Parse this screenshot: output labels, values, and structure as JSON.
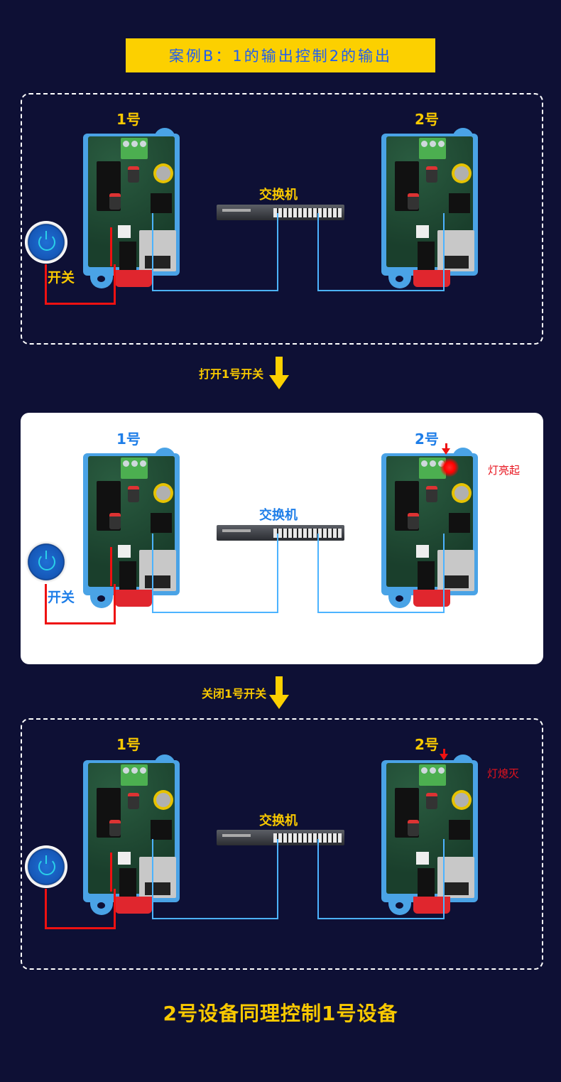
{
  "title": "案例B：1的输出控制2的输出",
  "colors": {
    "background": "#0e1035",
    "accent_yellow": "#fcd000",
    "title_text": "#1f5ef0",
    "label_blue": "#1e7ee8",
    "status_red": "#e8121c",
    "wire_red": "#ee1111",
    "wire_blue": "#4cb3ff"
  },
  "panels": [
    {
      "style": "dashed-dark",
      "device1_label": "1号",
      "device2_label": "2号",
      "switch_label": "交换机",
      "power_switch_label": "开关",
      "led_state": "off"
    },
    {
      "style": "white",
      "device1_label": "1号",
      "device2_label": "2号",
      "switch_label": "交换机",
      "power_switch_label": "开关",
      "status_label": "灯亮起",
      "led_state": "on"
    },
    {
      "style": "dashed-dark",
      "device1_label": "1号",
      "device2_label": "2号",
      "switch_label": "交换机",
      "status_label": "灯熄灭",
      "led_state": "off"
    }
  ],
  "steps": [
    {
      "label": "打开1号开关",
      "icon": "arrow-down-icon"
    },
    {
      "label": "关闭1号开关",
      "icon": "arrow-down-icon"
    }
  ],
  "footer": "2号设备同理控制1号设备"
}
